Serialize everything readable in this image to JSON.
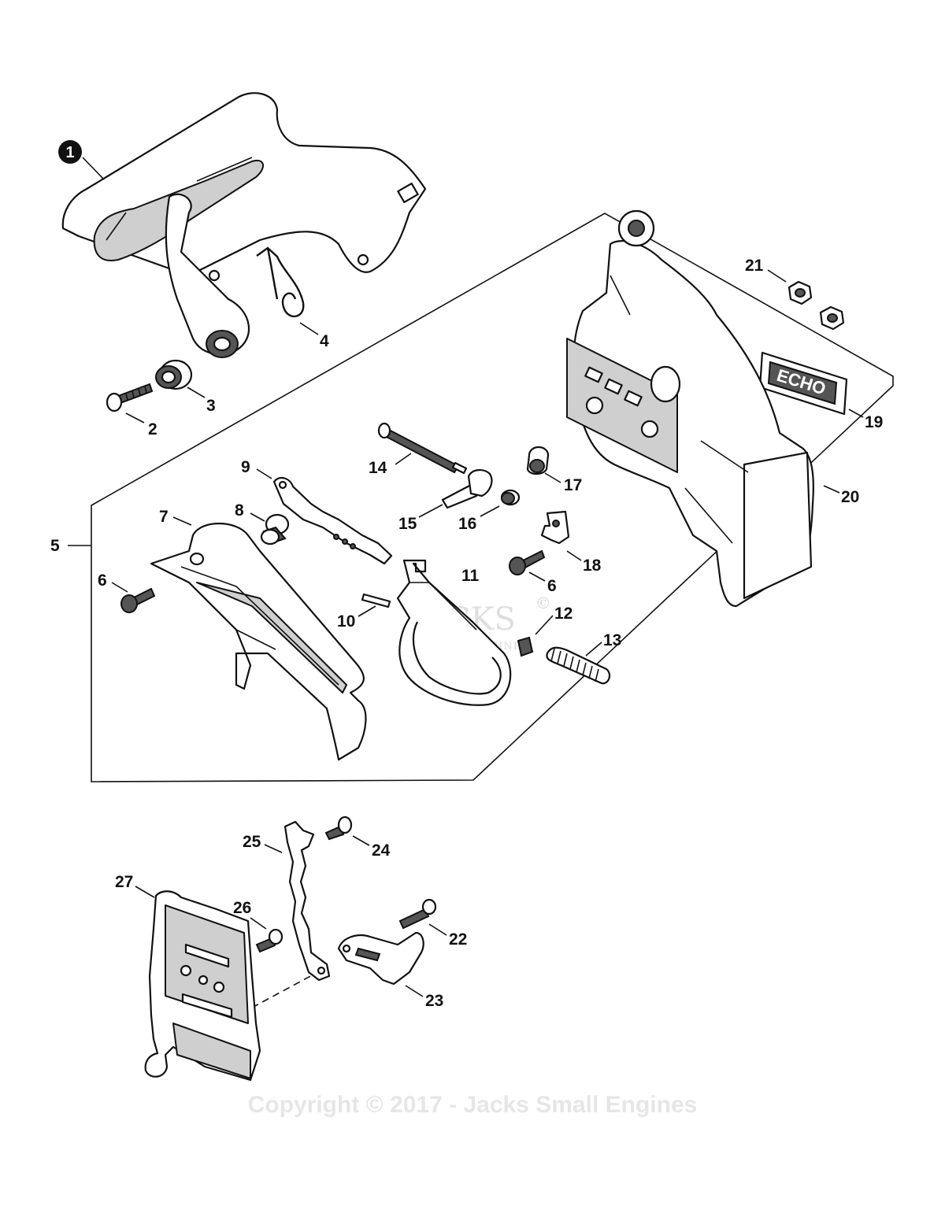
{
  "labels": {
    "p1": "1",
    "p2": "2",
    "p3": "3",
    "p4": "4",
    "p5": "5",
    "p6a": "6",
    "p6b": "6",
    "p7": "7",
    "p8": "8",
    "p9": "9",
    "p10": "10",
    "p11": "11",
    "p12": "12",
    "p13": "13",
    "p14": "14",
    "p15": "15",
    "p16": "16",
    "p17": "17",
    "p18": "18",
    "p19": "19",
    "p20": "20",
    "p21": "21",
    "p22": "22",
    "p23": "23",
    "p24": "24",
    "p25": "25",
    "p26": "26",
    "p27": "27"
  },
  "watermark": {
    "copyright": "Copyright © 2017 - Jacks Small Engines",
    "logo": "JACKS",
    "logo_sub": "SMALL ENGINES",
    "logo_mark": "©"
  },
  "decal_text": "ECHO"
}
